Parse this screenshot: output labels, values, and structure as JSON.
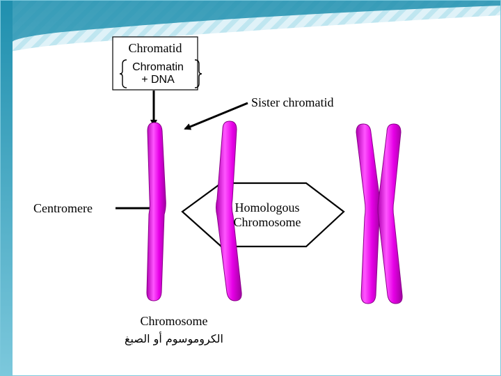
{
  "labels": {
    "chromatid": "Chromatid",
    "chromatin_line1": "Chromatin",
    "chromatin_line2": "+ DNA",
    "sister_chromatid": "Sister chromatid",
    "centromere": "Centromere",
    "homologous_line1": "Homologous",
    "homologous_line2": "Chromosome",
    "chromosome": "Chromosome",
    "chromosome_arabic": "الكروموسوم أو الصبغ"
  },
  "colors": {
    "chromosome_fill": "#e600e6",
    "chromosome_highlight": "#ff66ff",
    "chromosome_shadow": "#b000b0",
    "frame_top": "#2a9ab8",
    "frame_stripe": "#bfe6f0"
  }
}
